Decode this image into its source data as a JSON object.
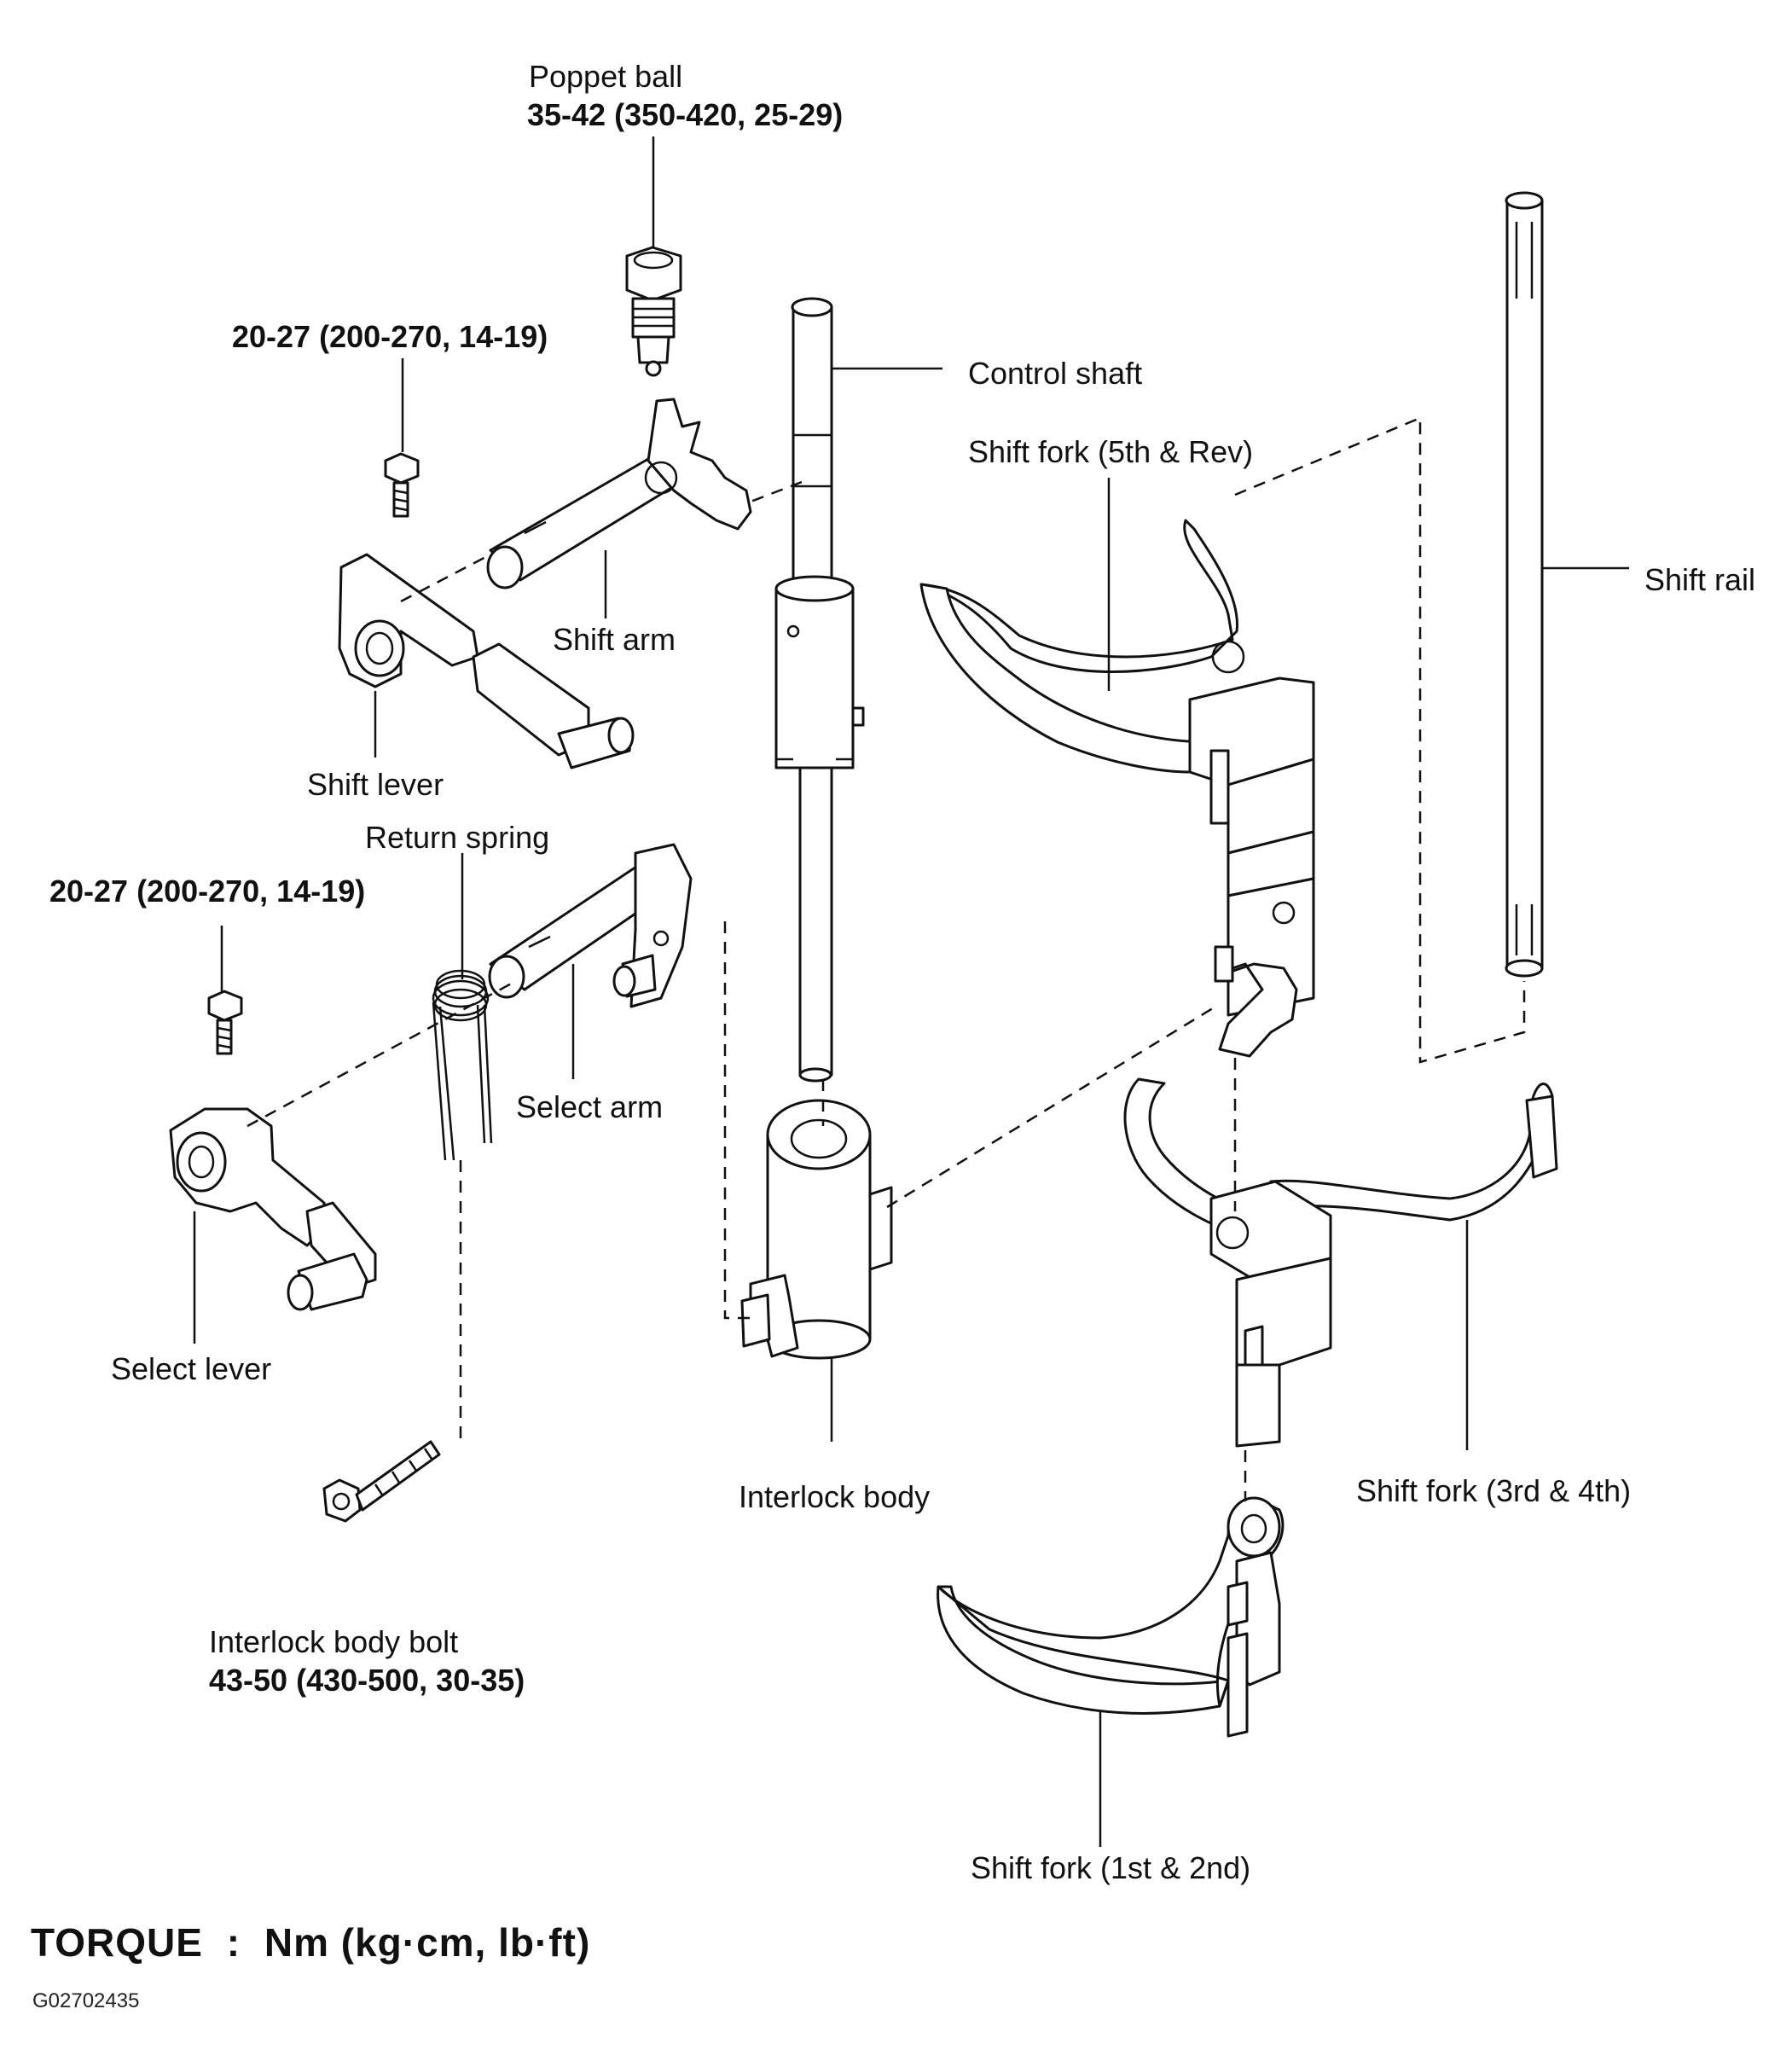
{
  "labels": {
    "poppet_ball": "Poppet ball",
    "poppet_ball_torque": "35-42 (350-420, 25-29)",
    "top_bolt_torque": "20-27 (200-270, 14-19)",
    "control_shaft": "Control shaft",
    "shift_fork_5th_rev": "Shift fork (5th & Rev)",
    "shift_rail": "Shift rail",
    "shift_arm": "Shift arm",
    "shift_lever": "Shift lever",
    "return_spring": "Return spring",
    "lower_bolt_torque": "20-27 (200-270, 14-19)",
    "select_arm": "Select arm",
    "select_lever": "Select lever",
    "interlock_body": "Interlock body",
    "shift_fork_3rd_4th": "Shift fork (3rd & 4th)",
    "interlock_body_bolt": "Interlock body bolt",
    "interlock_body_bolt_torque": "43-50 (430-500, 30-35)",
    "shift_fork_1st_2nd": "Shift fork (1st & 2nd)"
  },
  "footer": {
    "torque_word": "TORQUE",
    "torque_sep": ":",
    "torque_units": "Nm (kg·cm, lb·ft)",
    "figure_id": "G02702435"
  }
}
